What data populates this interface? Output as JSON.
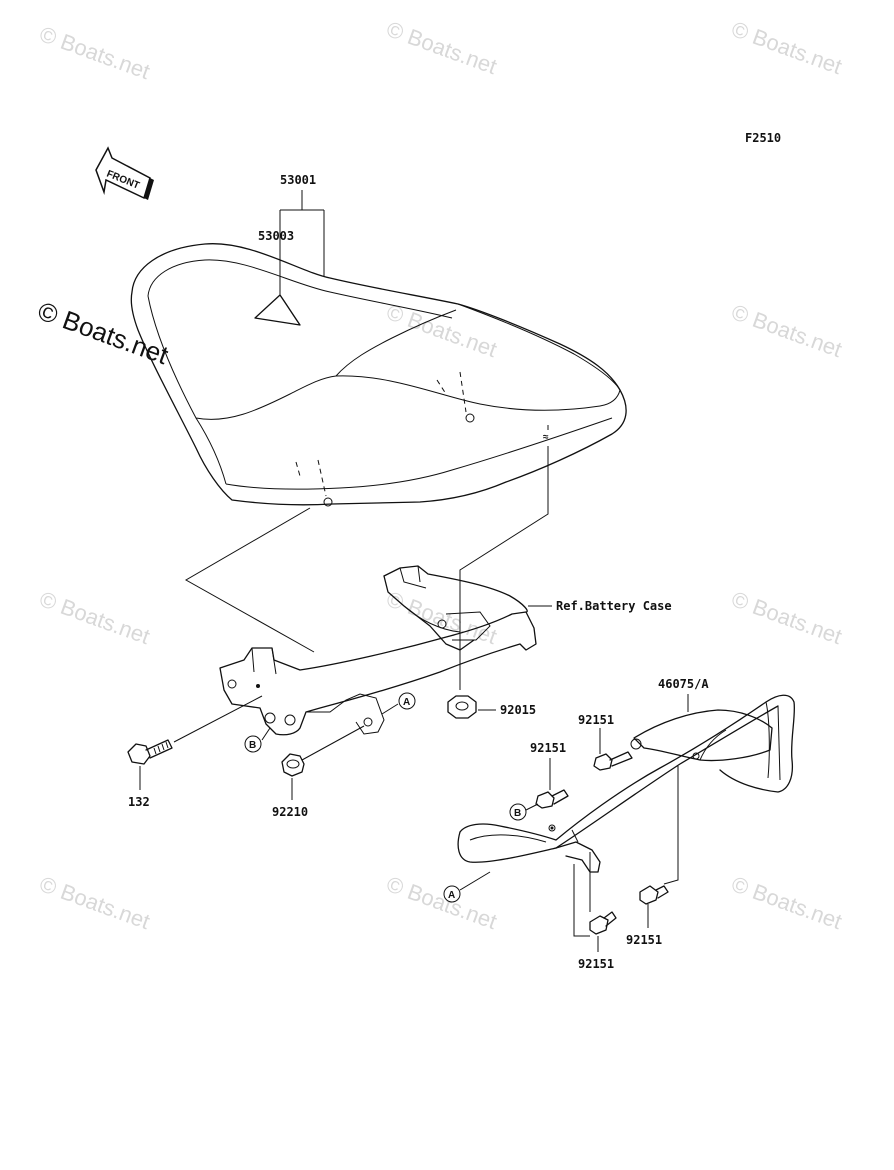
{
  "figure_code": "F2510",
  "front_arrow_label": "FRONT",
  "watermark_text": "© Boats.net",
  "parts": {
    "seat_assembly": "53001",
    "seat_cover_label": "53003",
    "seat_frame_ref": "Ref.Battery Case",
    "nut_92015": "92015",
    "bolt_132": "132",
    "cap_92210": "92210",
    "grab_rail": "46075/A",
    "bolt_92151_a": "92151",
    "bolt_92151_b": "92151",
    "bolt_92151_c": "92151",
    "bolt_92151_d": "92151"
  },
  "callouts": {
    "a_frame": "A",
    "b_frame": "B",
    "b_rail": "B",
    "a_rail": "A"
  }
}
